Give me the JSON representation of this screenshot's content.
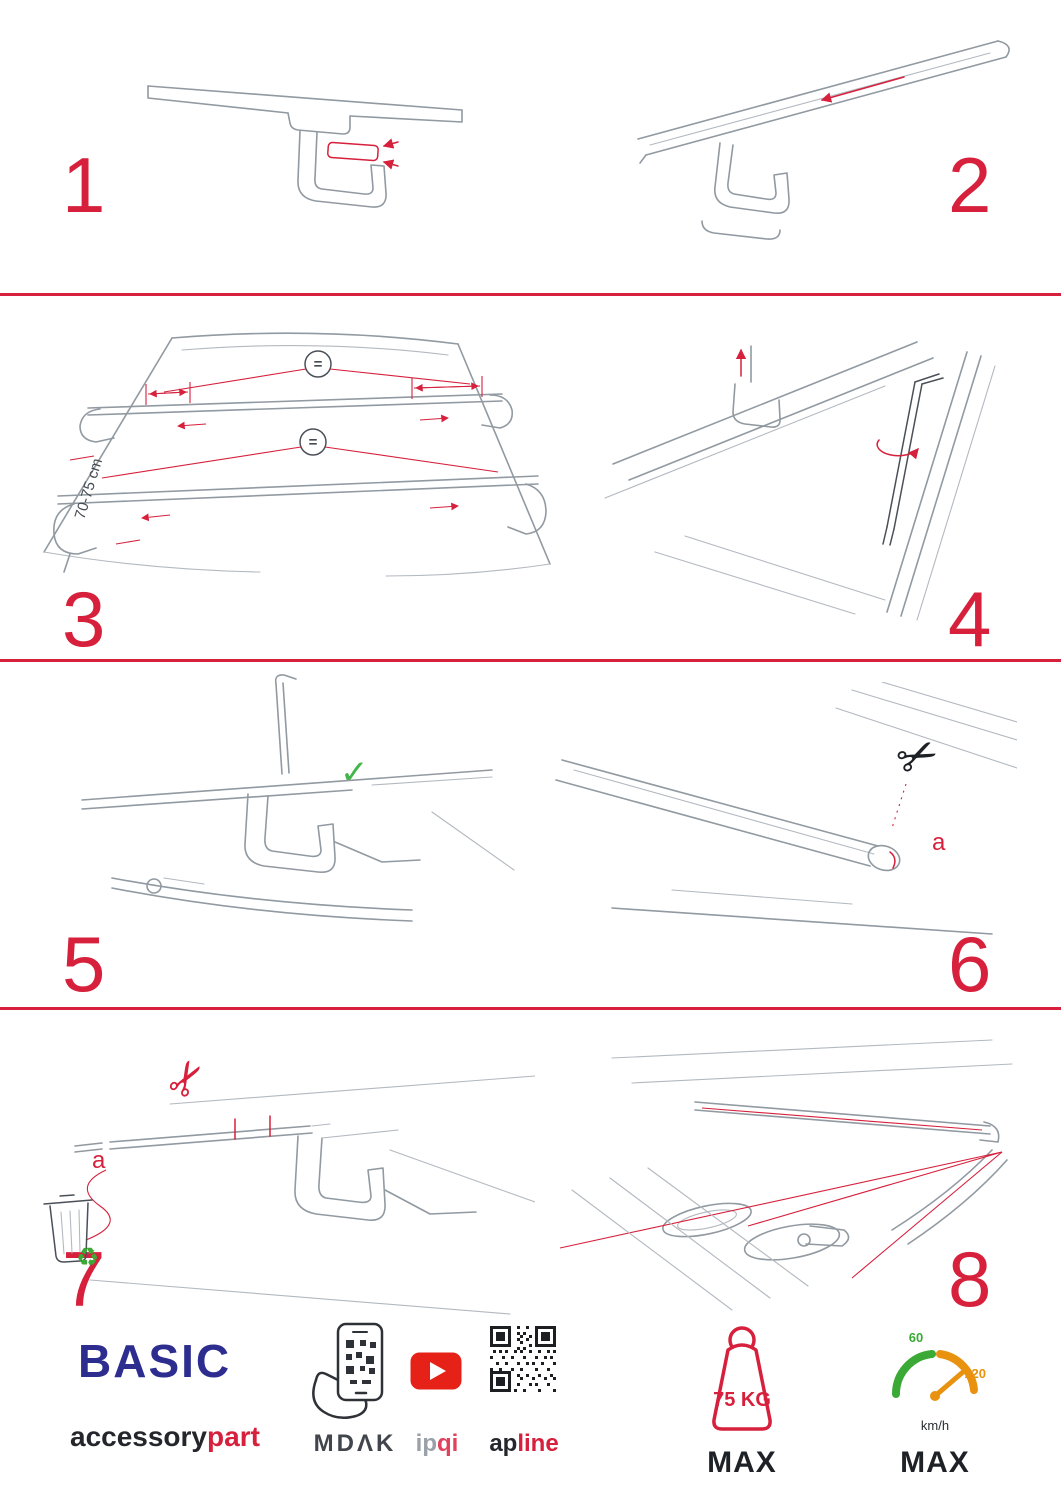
{
  "colors": {
    "accent_red": "#d6203c",
    "brand_blue": "#2d2d8f",
    "check_green": "#43b649",
    "gauge_green": "#3aa935",
    "gauge_orange": "#e8920f",
    "ink_dark": "#22262a",
    "sketch_gray": "#9199a1",
    "youtube_red": "#e62117"
  },
  "icons": {
    "scissors": "✂",
    "check": "✓",
    "recycle": "♻"
  },
  "steps": [
    {
      "number": "1"
    },
    {
      "number": "2"
    },
    {
      "number": "3",
      "dimension_label": "70-75 cm",
      "equal_symbol": "="
    },
    {
      "number": "4"
    },
    {
      "number": "5"
    },
    {
      "number": "6",
      "cut_label": "a"
    },
    {
      "number": "7",
      "cut_label": "a"
    },
    {
      "number": "8"
    }
  ],
  "footer": {
    "brand_name": "BASIC",
    "brand_sub_dark": "accessory",
    "brand_sub_red": "part",
    "partner_mdak": "MDΛK",
    "partner_ipqi_gray": "ip",
    "partner_ipqi_red": "qi",
    "partner_apline_dark": "ap",
    "partner_apline_red": "line",
    "weight_limit": "75 KG",
    "weight_max_label": "MAX",
    "speed_tick_low": "60",
    "speed_tick_high": "120",
    "speed_unit": "km/h",
    "speed_max_label": "MAX"
  }
}
